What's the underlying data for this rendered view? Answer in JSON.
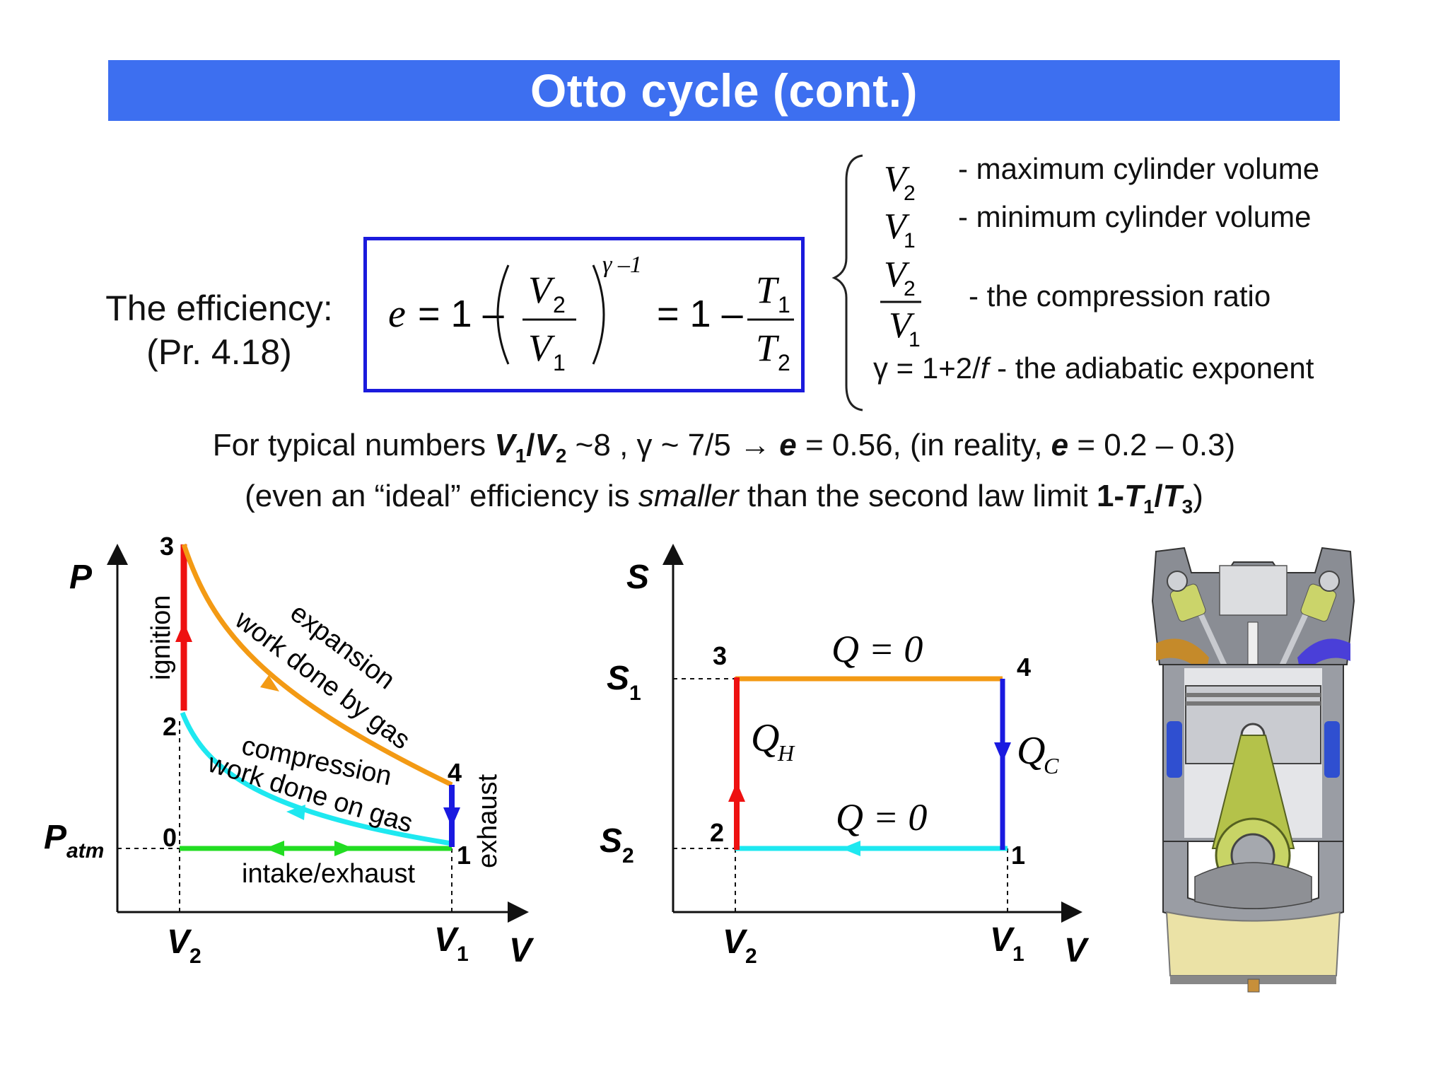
{
  "slide": {
    "title": "Otto cycle (cont.)"
  },
  "efficiency": {
    "label_line1": "The efficiency:",
    "label_line2": "(Pr. 4.18)",
    "formula": {
      "e": "e",
      "eq1": "= 1 –",
      "num": "V",
      "num_sub": "2",
      "den": "V",
      "den_sub": "1",
      "exponent": "γ –1",
      "eq2": "= 1 –",
      "t_num": "T",
      "t_num_sub": "1",
      "t_den": "T",
      "t_den_sub": "2"
    }
  },
  "definitions": [
    {
      "symbol": "V",
      "sub": "2",
      "text": "-  maximum cylinder volume"
    },
    {
      "symbol": "V",
      "sub": "1",
      "text": "-  minimum cylinder volume"
    },
    {
      "symbol": "V",
      "sub": "2",
      "symbol2": "V",
      "sub2": "1",
      "text": "-  the compression ratio"
    },
    {
      "symbol": "γ = 1+2/",
      "symbol_italic": "f",
      "text": " - the adiabatic exponent"
    }
  ],
  "typical": {
    "line1_a": "For typical numbers ",
    "line1_ratio_v1": "V",
    "line1_ratio_v1_sub": "1",
    "line1_slash": "/",
    "line1_ratio_v2": "V",
    "line1_ratio_v2_sub": "2",
    "line1_b": " ~8 , γ ~ 7/5  →  ",
    "line1_e1": "e",
    "line1_c": " = 0.56, (in reality, ",
    "line1_e2": "e",
    "line1_d": " = 0.2 – 0.3)",
    "line2_a": "(even an “ideal” efficiency is ",
    "line2_em": "smaller",
    "line2_b": " than the second law limit ",
    "line2_limit": "1-",
    "line2_t1": "T",
    "line2_t1_sub": "1",
    "line2_slash": "/",
    "line2_t3": "T",
    "line2_t3_sub": "3",
    "line2_c": ")"
  },
  "pv_diagram": {
    "y_axis": "P",
    "x_axis": "V",
    "patm": "P",
    "patm_sub": "atm",
    "v2": "V",
    "v2_sub": "2",
    "v1": "V",
    "v1_sub": "1",
    "points": [
      "3",
      "2",
      "0",
      "4",
      "1"
    ],
    "labels": {
      "ignition": "ignition",
      "expansion": "expansion",
      "work_by_gas": "work done by gas",
      "compression": "compression",
      "work_on_gas": "work done on gas",
      "intake_exhaust": "intake/exhaust",
      "exhaust": "exhaust"
    },
    "colors": {
      "ignition": "#ee1111",
      "expansion": "#f39a14",
      "compression": "#1ee8f0",
      "exhaust": "#1a1ae0",
      "intake": "#22dd22"
    }
  },
  "sv_diagram": {
    "y_axis": "S",
    "x_axis": "V",
    "s1": "S",
    "s1_sub": "1",
    "s2": "S",
    "s2_sub": "2",
    "v2": "V",
    "v2_sub": "2",
    "v1": "V",
    "v1_sub": "1",
    "points": [
      "3",
      "4",
      "2",
      "1"
    ],
    "q_top": "Q = 0",
    "q_bottom": "Q = 0",
    "qh": "Q",
    "qh_sub": "H",
    "qc": "Q",
    "qc_sub": "C"
  }
}
